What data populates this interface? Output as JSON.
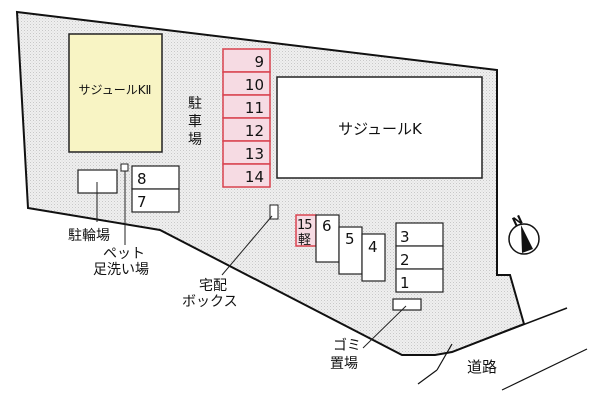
{
  "colors": {
    "lot_fill": "#ececec",
    "outline": "#111111",
    "building_k2_fill": "#f8f4c4",
    "parking_red_fill": "#f6dbe3",
    "parking_red_stroke": "#d9434f",
    "white_fill": "#ffffff"
  },
  "buildings": {
    "k2": {
      "label": "サジュールKⅡ"
    },
    "k": {
      "label": "サジュールK"
    }
  },
  "parking_main": {
    "label_lines": [
      "駐",
      "車",
      "場"
    ],
    "spaces": [
      "9",
      "10",
      "11",
      "12",
      "13",
      "14"
    ]
  },
  "parking_left": {
    "spaces": [
      "8",
      "7"
    ]
  },
  "parking_angled": {
    "spaces": [
      "6",
      "5",
      "4"
    ]
  },
  "parking_right": {
    "spaces": [
      "3",
      "2",
      "1"
    ]
  },
  "parking_kei": {
    "number": "15",
    "kei_label": "軽"
  },
  "labels": {
    "bicycle_parking": "駐輪場",
    "pet_wash_line1": "ペット",
    "pet_wash_line2": "足洗い場",
    "delivery_box_line1": "宅配",
    "delivery_box_line2": "ボックス",
    "garbage_line1": "ゴミ",
    "garbage_line2": "置場",
    "road": "道路"
  },
  "compass": {
    "north_label": "N"
  }
}
